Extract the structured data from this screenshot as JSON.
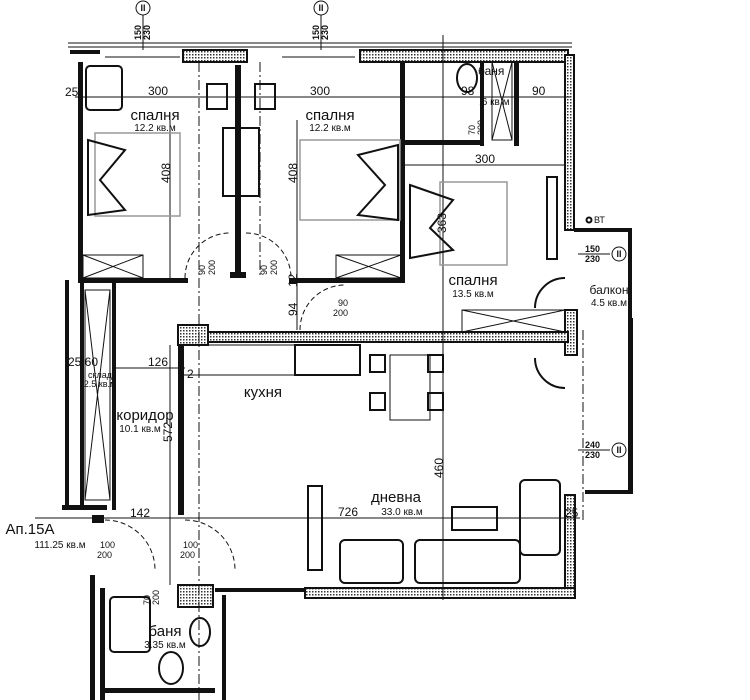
{
  "apartment": {
    "name": "Ап.15А",
    "area": "111.25 кв.м"
  },
  "rooms": {
    "bedroom1": {
      "name": "спалня",
      "area": "12.2 кв.м"
    },
    "bedroom2": {
      "name": "спалня",
      "area": "12.2 кв.м"
    },
    "bedroom3": {
      "name": "спалня",
      "area": "13.5 кв.м"
    },
    "bath_top": {
      "name": "баня",
      "area": ".6 кв.м"
    },
    "balcony": {
      "name": "балкон",
      "area": "4.5 кв.м"
    },
    "storage": {
      "name": "склад",
      "area": "2.5 кв.м"
    },
    "corridor": {
      "name": "коридор",
      "area": "10.1 кв.м"
    },
    "kitchen": {
      "name": "кухня"
    },
    "living": {
      "name": "дневна",
      "area": "33.0 кв.м"
    },
    "bath_bottom": {
      "name": "баня",
      "area": "3.35 кв.м"
    }
  },
  "dimensions": {
    "b1_width": "300",
    "b2_width": "300",
    "b1_depth": "408",
    "b2_depth": "408",
    "b3_width": "300",
    "b3_depth": "363",
    "bath_w": "98",
    "closet_w": "90",
    "living_depth": "460",
    "living_width": "726",
    "corridor_len": "572",
    "corridor_w": "126",
    "entry_w": "142",
    "storage_dims": "25 60",
    "hall_94": "94",
    "gap_12": "12",
    "wall_25": "25",
    "wall_2": "2"
  },
  "windows": [
    {
      "w": "150",
      "h": "230",
      "type": "II"
    },
    {
      "w": "150",
      "h": "230",
      "type": "II"
    },
    {
      "w": "150",
      "h": "230",
      "type": "II"
    },
    {
      "w": "240",
      "h": "230",
      "type": "II"
    }
  ],
  "doors": {
    "d90": {
      "w": "90",
      "h": "200"
    },
    "d70": {
      "w": "70",
      "h": "200"
    },
    "d100": {
      "w": "100",
      "h": "200"
    }
  },
  "vent_label": "ВТ"
}
